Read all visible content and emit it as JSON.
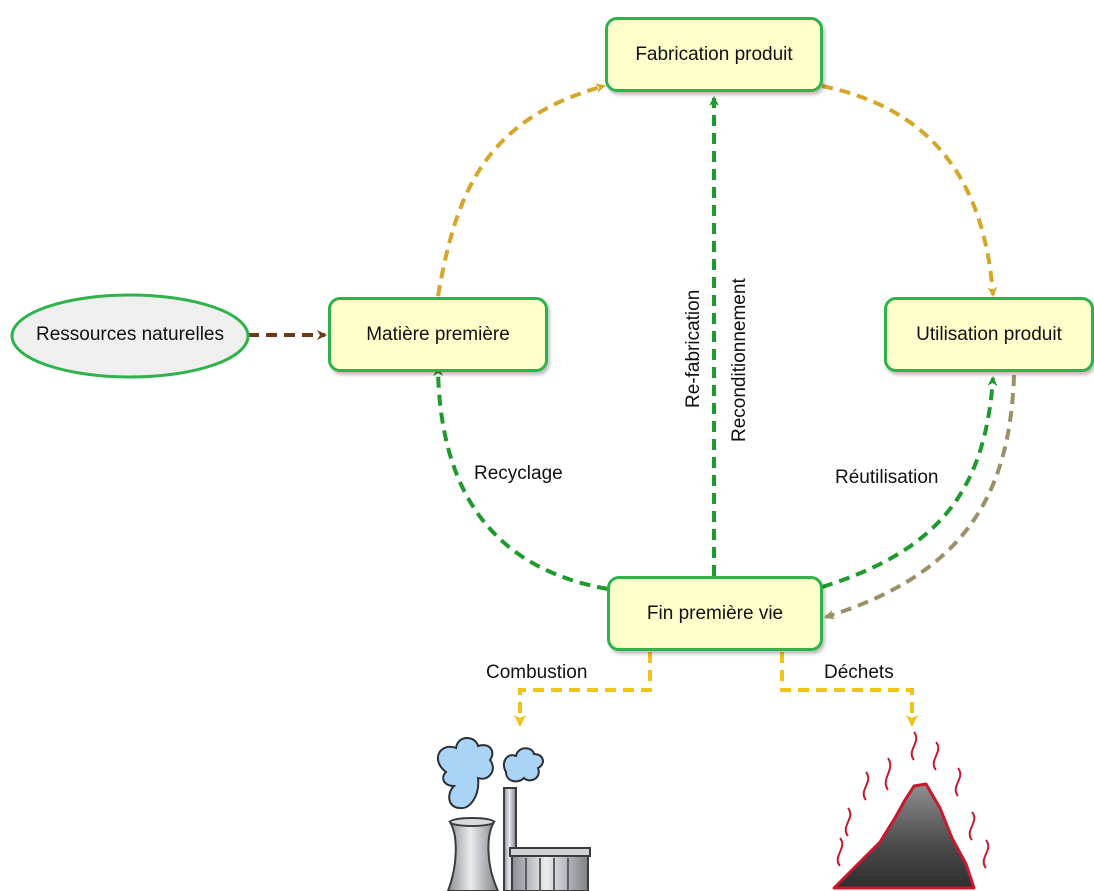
{
  "nodes": {
    "ressources": "Ressources naturelles",
    "matiere": "Matière première",
    "fabrication": "Fabrication produit",
    "utilisation": "Utilisation produit",
    "fin_vie": "Fin première vie"
  },
  "labels": {
    "recyclage": "Recyclage",
    "refabrication": "Re-fabrication",
    "reconditionnement": "Reconditionnement",
    "reutilisation": "Réutilisation",
    "combustion": "Combustion",
    "dechets": "Déchets"
  },
  "colors": {
    "node_fill": "#ffffcc",
    "node_border": "#2db34a",
    "ellipse_fill": "#efefef",
    "flow_gold": "#d4a62a",
    "flow_green": "#1f9a2e",
    "flow_brown": "#6b3a14",
    "flow_khaki": "#9c9068",
    "flow_yellow": "#f2c318",
    "smoke": "#a9d4f5",
    "waste_red": "#c8182c"
  },
  "icons": {
    "incinerator": "power-plant-icon",
    "landfill": "waste-pile-icon"
  }
}
